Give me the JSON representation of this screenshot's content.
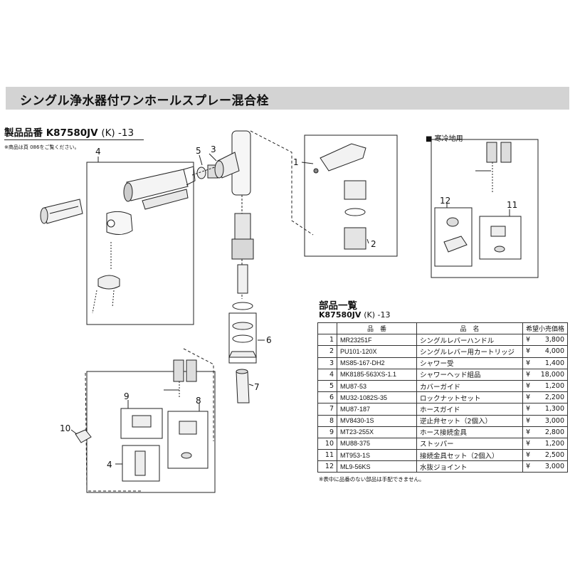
{
  "title": "シングル浄水器付ワンホールスプレー混合栓",
  "product": {
    "label": "製品品番 K87580JV",
    "suffix": "(K) -13",
    "note": "※商品は頁 086をご覧ください。"
  },
  "cold_area_label": "■ 寒冷地用",
  "callouts": [
    "1",
    "2",
    "3",
    "4",
    "5",
    "6",
    "7",
    "8",
    "9",
    "10",
    "11",
    "12",
    "4"
  ],
  "parts_list": {
    "heading": "部品一覧",
    "code": "K87580JV",
    "code_suffix": "(K) -13",
    "columns": [
      "",
      "品　番",
      "品　名",
      "希望小売価格"
    ],
    "currency": "¥",
    "rows": [
      {
        "no": "1",
        "part": "MR23251F",
        "name": "シングルレバーハンドル",
        "price": "3,800"
      },
      {
        "no": "2",
        "part": "PU101-120X",
        "name": "シングルレバー用カートリッジ",
        "price": "4,000"
      },
      {
        "no": "3",
        "part": "MS85-167-DH2",
        "name": "シャワー受",
        "price": "1,400"
      },
      {
        "no": "4",
        "part": "MK8185-563XS-1.1",
        "name": "シャワーヘッド組品",
        "price": "18,000"
      },
      {
        "no": "5",
        "part": "MU87-53",
        "name": "カバーガイド",
        "price": "1,200"
      },
      {
        "no": "6",
        "part": "MU32-1082S-35",
        "name": "ロックナットセット",
        "price": "2,200"
      },
      {
        "no": "7",
        "part": "MU87-187",
        "name": "ホースガイド",
        "price": "1,300"
      },
      {
        "no": "8",
        "part": "MV8430-1S",
        "name": "逆止弁セット（2個入）",
        "price": "3,000"
      },
      {
        "no": "9",
        "part": "MT23-255X",
        "name": "ホース接続金具",
        "price": "2,800"
      },
      {
        "no": "10",
        "part": "MU88-375",
        "name": "ストッパー",
        "price": "1,200"
      },
      {
        "no": "11",
        "part": "MT953-1S",
        "name": "接続金具セット（2個入）",
        "price": "2,500"
      },
      {
        "no": "12",
        "part": "ML9-56KS",
        "name": "水抜ジョイント",
        "price": "3,000"
      }
    ],
    "footnote": "※表中に品番のない部品は手配できません。"
  }
}
